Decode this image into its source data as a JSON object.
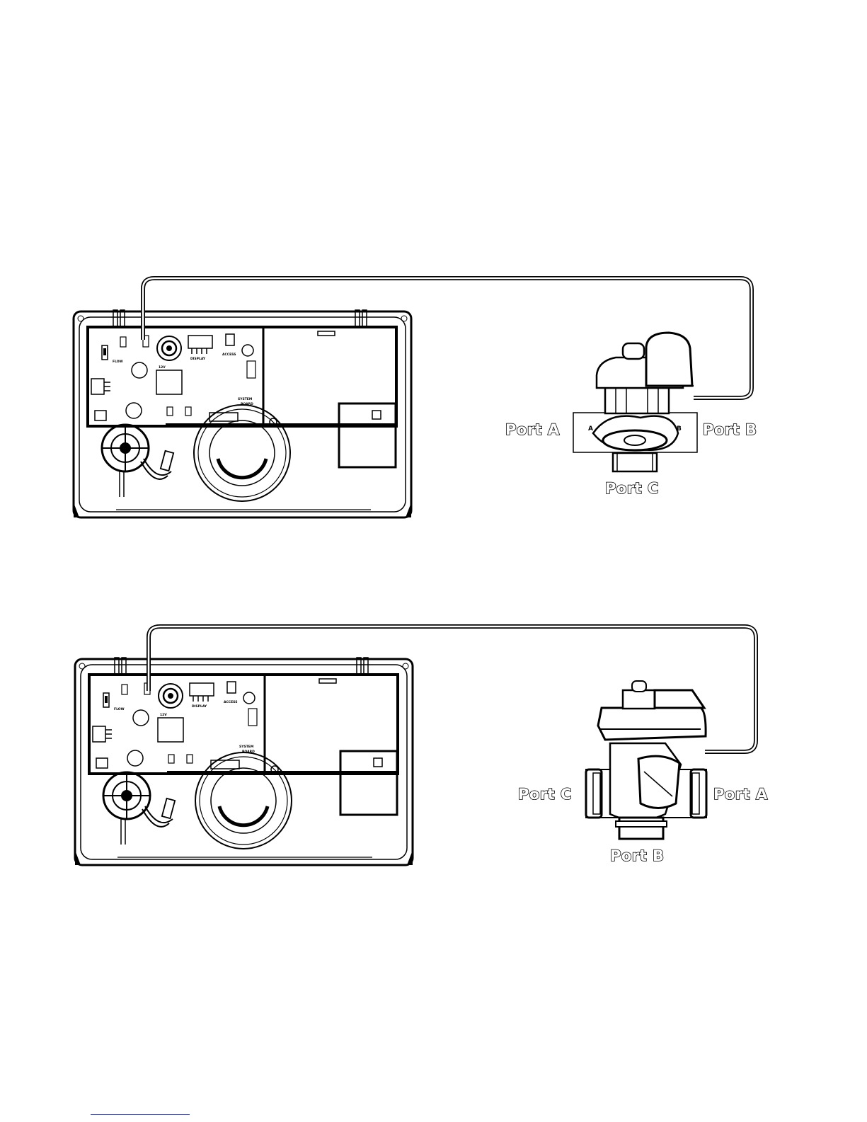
{
  "diagrams": [
    {
      "ports": {
        "left": "Port A",
        "right": "Port B",
        "bottom": "Port C"
      },
      "valve_body_marks": {
        "left": "A",
        "right": "B"
      }
    },
    {
      "ports": {
        "left": "Port C",
        "right": "Port A",
        "bottom": "Port B"
      }
    }
  ],
  "colors": {
    "line": "#000000",
    "background": "#ffffff",
    "link": "#3a4cd8"
  }
}
